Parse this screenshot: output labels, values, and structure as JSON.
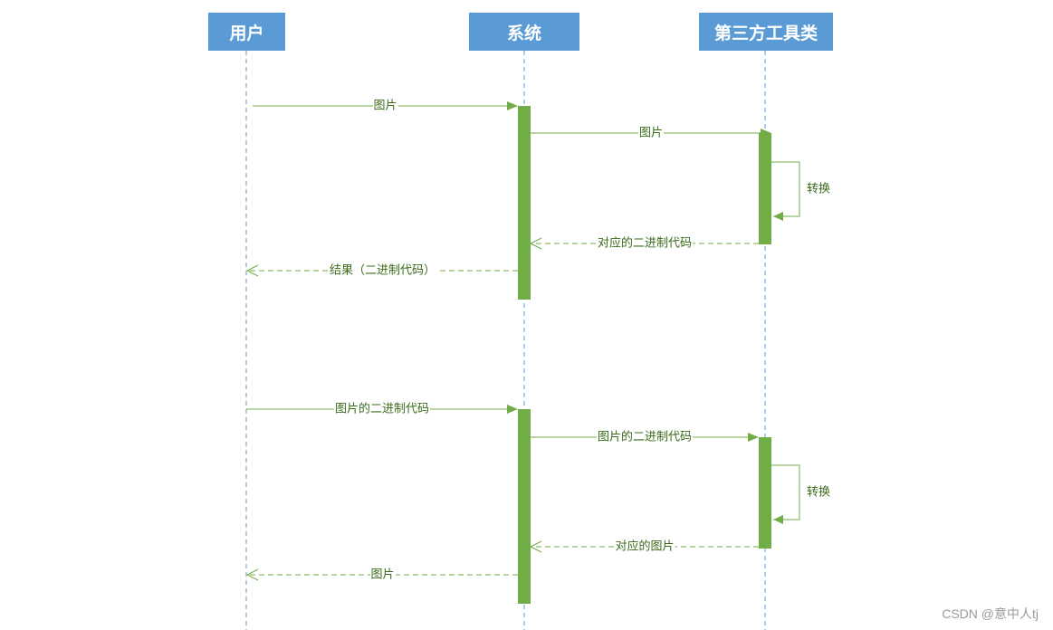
{
  "actors": [
    {
      "id": "user",
      "label": "用户"
    },
    {
      "id": "system",
      "label": "系统"
    },
    {
      "id": "tool",
      "label": "第三方工具类"
    }
  ],
  "messages": [
    {
      "from": "user",
      "to": "system",
      "label": "图片",
      "kind": "sync"
    },
    {
      "from": "system",
      "to": "tool",
      "label": "图片",
      "kind": "sync"
    },
    {
      "from": "tool",
      "to": "tool",
      "label": "转换",
      "kind": "self"
    },
    {
      "from": "tool",
      "to": "system",
      "label": "对应的二进制代码",
      "kind": "return"
    },
    {
      "from": "system",
      "to": "user",
      "label": "结果（二进制代码）",
      "kind": "return"
    },
    {
      "from": "user",
      "to": "system",
      "label": "图片的二进制代码",
      "kind": "sync"
    },
    {
      "from": "system",
      "to": "tool",
      "label": "图片的二进制代码",
      "kind": "sync"
    },
    {
      "from": "tool",
      "to": "tool",
      "label": "转换",
      "kind": "self"
    },
    {
      "from": "tool",
      "to": "system",
      "label": "对应的图片",
      "kind": "return"
    },
    {
      "from": "system",
      "to": "user",
      "label": "图片",
      "kind": "return"
    }
  ],
  "colors": {
    "actor_fill": "#5b9bd5",
    "actor_text": "#ffffff",
    "lifeline": "#5b9bd5",
    "activation": "#70ad47",
    "message": "#70ad47",
    "label_text": "#3a6b1a"
  },
  "watermark": "CSDN @意中人tj"
}
